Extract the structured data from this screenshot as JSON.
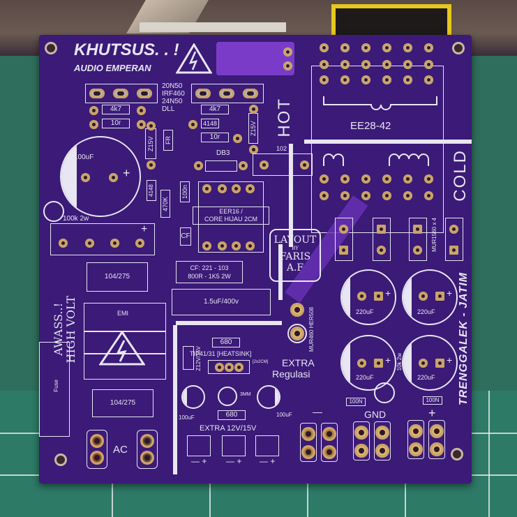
{
  "scene": {
    "description": "Photo of an unpopulated purple PCB for an SMPS audio power supply on a green cutting mat",
    "board_color": "#3b1a78",
    "silkscreen_color": "#e8e6f2",
    "pad_color": "#c9a36a",
    "mat_color": "#2d7a66"
  },
  "header": {
    "brand": "KHUTSUS. . !",
    "subtitle": "AUDIO EMPERAN",
    "warning_icon": "high-voltage-triangle-icon"
  },
  "mosfet_labels": [
    "20N50",
    "IRF460",
    "24N50",
    "DLL"
  ],
  "primary_side": {
    "resistors": [
      "4k7",
      "4k7",
      "10r",
      "10r",
      "470K",
      "100k 2w"
    ],
    "diodes": [
      "Z15V",
      "Z15V",
      "4148",
      "4148",
      "FR"
    ],
    "diac": "DB3",
    "cap_100n": "100n",
    "cap_cf": "CF",
    "bulk_cap": "100uF",
    "drive_transformer": [
      "EER16 /",
      "CORE HIJAU 2CM"
    ],
    "cf_note": [
      "CF: 221 - 103",
      "800R - 1K5 2W"
    ],
    "film_cap": "1.5uF/400v",
    "x_caps": [
      "104/275",
      "104/275"
    ],
    "emi_label": "EMI",
    "side_warning": [
      "AWASS..!",
      "HIGH VOLT"
    ],
    "fuse_label": "Fuse",
    "ac_label": "AC",
    "snubber_cap": "102"
  },
  "isolation": {
    "hot_label": "HOT",
    "cold_label": "COLD"
  },
  "transformer": {
    "label": "EE28-42"
  },
  "credit": {
    "line1": "LAYOUT",
    "line2": "BY",
    "line3": "FARIS A.F"
  },
  "secondary_side": {
    "rectifier_note": "MUR1560 x 4",
    "aux_diode_note": [
      "MUR460",
      "HER508"
    ],
    "filter_caps": [
      "220uF",
      "220uF",
      "220uF",
      "220uF"
    ],
    "bleeder": "10k 2w",
    "small_resistors": [
      "100N",
      "100N"
    ],
    "output_labels": [
      "—",
      "GND",
      "+"
    ],
    "location": "TRENGGALEK - JATIM"
  },
  "regulator": {
    "title": [
      "EXTRA",
      "Regulasi"
    ],
    "transistor": "TIP41/31 [HEATSINK]",
    "heatsink_note": "[2x2CM]",
    "zener": "Z12V/15V",
    "resistors": [
      "680",
      "680"
    ],
    "led": "3MM",
    "caps": [
      "100uF",
      "100uF"
    ],
    "output_title": "EXTRA 12V/15V",
    "terminal_polarity": [
      "— +",
      "— +",
      "— +"
    ]
  }
}
